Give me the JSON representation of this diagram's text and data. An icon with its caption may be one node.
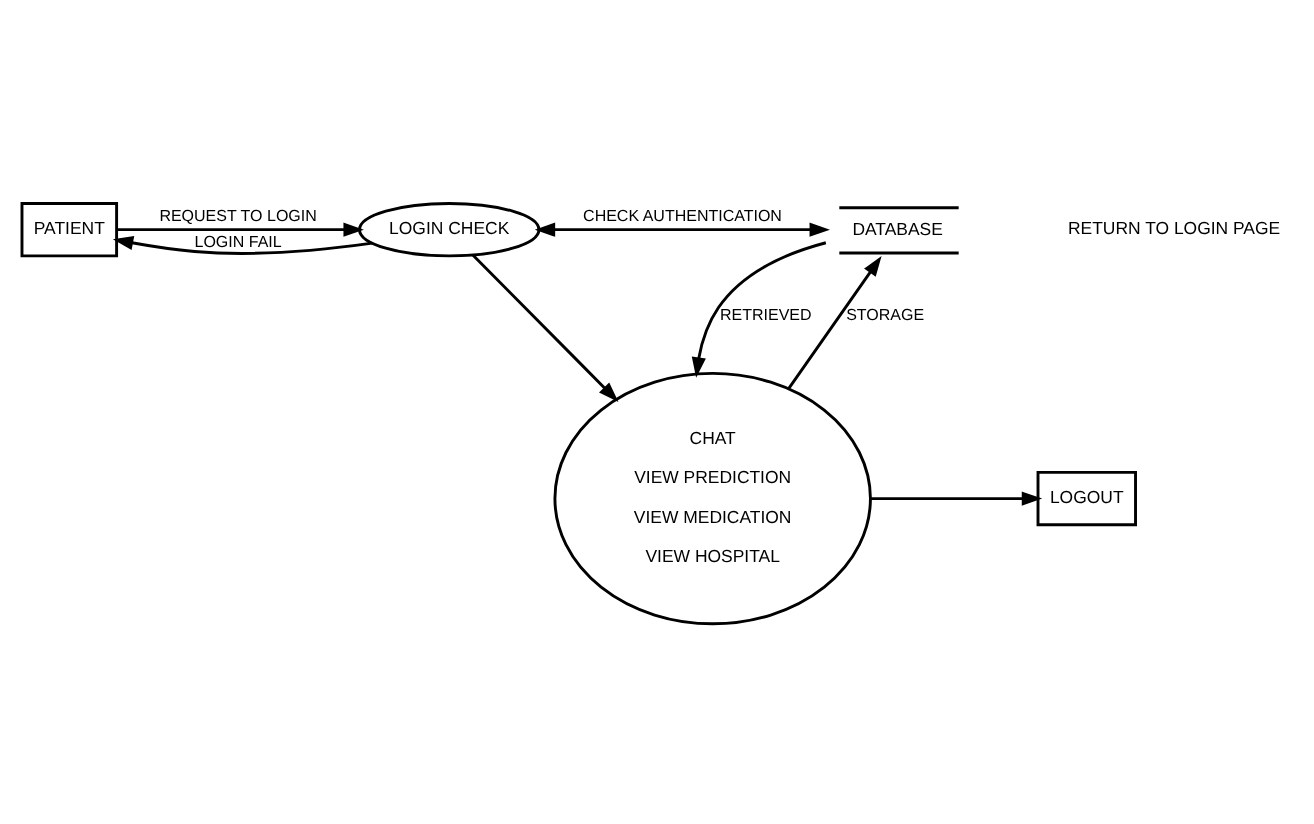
{
  "diagram": {
    "nodes": [
      {
        "text": [
          "PATIENT"
        ]
      },
      {
        "text": [
          "LOGIN CHECK"
        ]
      },
      {
        "text": [
          "DATABASE"
        ]
      },
      {
        "text": [
          "CHAT",
          "VIEW PREDICTION",
          "VIEW MEDICATION",
          "VIEW HOSPITAL"
        ]
      },
      {
        "text": [
          "LOGOUT"
        ]
      }
    ],
    "edges": [
      {
        "from": 0,
        "to": 1,
        "arrow": "to",
        "label": "REQUEST TO LOGIN"
      },
      {
        "from": 1,
        "to": 0,
        "arrow": "to",
        "label": "LOGIN FAIL"
      },
      {
        "from": 1,
        "to": 2,
        "arrow": "both",
        "label": "CHECK AUTHENTICATION"
      },
      {
        "from": 1,
        "to": 3,
        "arrow": "to"
      },
      {
        "from": 3,
        "to": 2,
        "arrow": "to",
        "label": "STORAGE"
      },
      {
        "from": 2,
        "to": 3,
        "arrow": "to",
        "label": "RETRIEVED"
      },
      {
        "from": 3,
        "to": 4,
        "arrow": "to"
      }
    ],
    "labels": [
      "RETURN TO LOGIN PAGE"
    ]
  }
}
